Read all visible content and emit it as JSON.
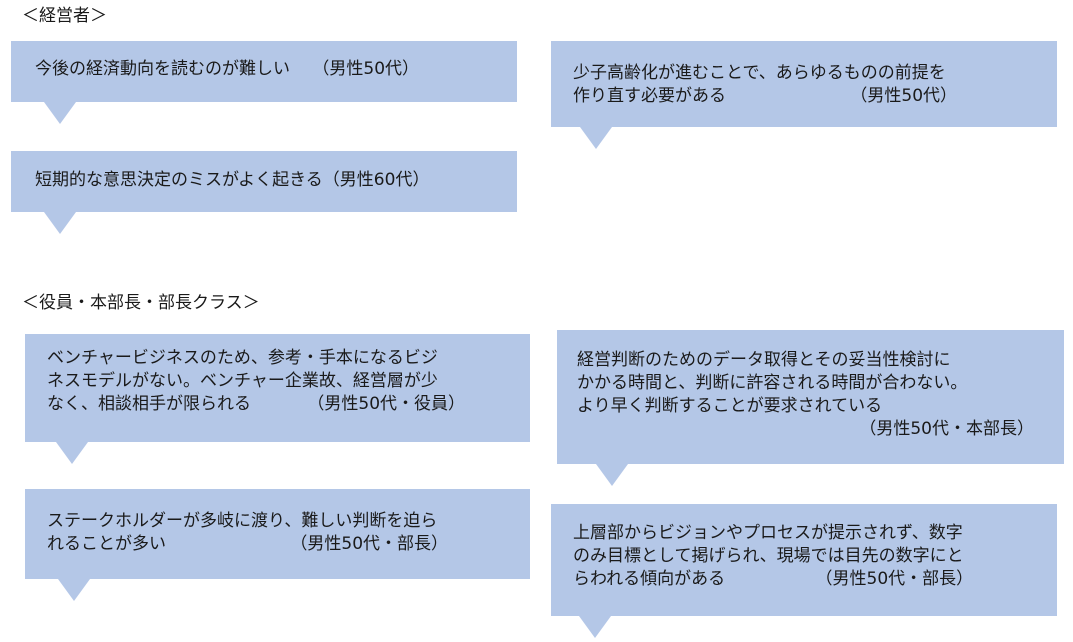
{
  "sections": {
    "executives": {
      "heading": "＜経営者＞",
      "bubbles": [
        {
          "lines": [
            "今後の経済動向を読むのが難しい　 （男性50代）"
          ]
        },
        {
          "lines": [
            "少子高齢化が進むことで、あらゆるものの前提を",
            "作り直す必要がある　　　　　　　 （男性50代）"
          ]
        },
        {
          "lines": [
            "短期的な意思決定のミスがよく起きる（男性60代）"
          ]
        }
      ]
    },
    "officers": {
      "heading": "＜役員・本部長・部長クラス＞",
      "bubbles": [
        {
          "lines": [
            "ベンチャービジネスのため、参考・手本になるビジ",
            "ネスモデルがない。ベンチャー企業故、経営層が少",
            "なく、相談相手が限られる　　　 （男性50代・役員）"
          ]
        },
        {
          "lines": [
            "経営判断のためのデータ取得とその妥当性検討に",
            "かかる時間と、判断に許容される時間が合わない。",
            "より早く判断することが要求されている",
            "（男性50代・本部長）"
          ]
        },
        {
          "lines": [
            "ステークホルダーが多岐に渡り、難しい判断を迫ら",
            "れることが多い　　　　　　　 （男性50代・部長）"
          ]
        },
        {
          "lines": [
            "上層部からビジョンやプロセスが提示されず、数字",
            "のみ目標として掲げられ、現場では目先の数字にと",
            "らわれる傾向がある　　　　　 （男性50代・部長）"
          ]
        }
      ]
    }
  },
  "colors": {
    "bubble_fill": "#b4c7e7",
    "text": "#1a1a1a"
  }
}
